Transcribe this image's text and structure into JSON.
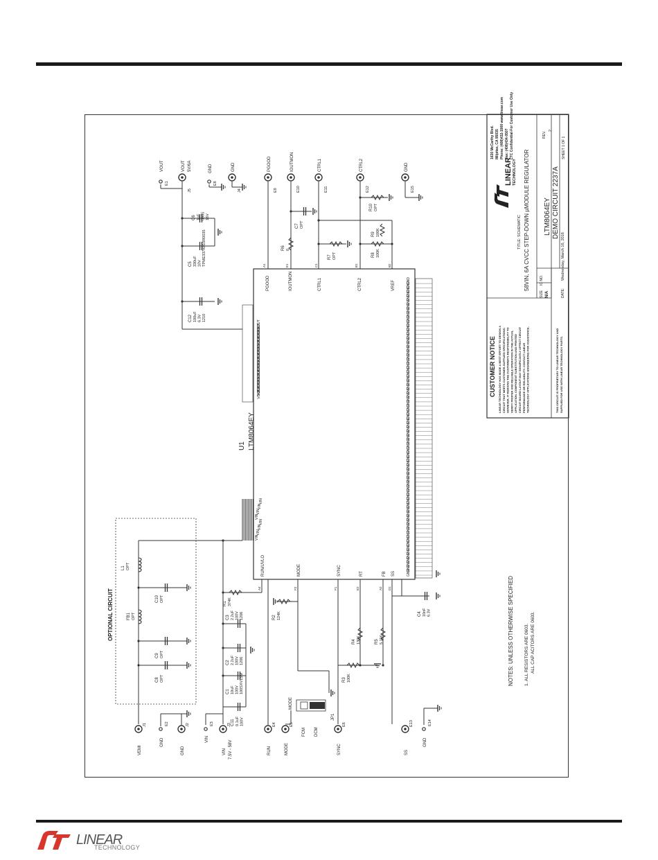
{
  "title_block": {
    "company": "LINEAR",
    "company_sub": "TECHNOLOGY",
    "address": [
      "1630 McCarthy Blvd.",
      "Milpitas, CA 95035",
      "Phone: (408)432-1900  www.linear.com",
      "Fax: (408)434-0507",
      "LTC Confidential-For Customer Use Only"
    ],
    "title_label": "TITLE:  SCHEMATIC",
    "title": "58VIN, 6A CVCC STEP-DOWN µMODULE REGULATOR",
    "size_label": "SIZE",
    "size": "N/A",
    "icno_label": "IC NO.",
    "ic_no": "LTM8064EY",
    "demo": "DEMO CIRCUIT 2237A",
    "rev_label": "REV.",
    "rev": "2",
    "date_label": "DATE:",
    "date": "Wednesday, March 16, 2016",
    "sheet": "SHEET  1  OF  1",
    "notice_title": "CUSTOMER NOTICE",
    "notice_lines": [
      "LINEAR TECHNOLOGY HAS MADE A BEST EFFORT TO DESIGN A",
      "CIRCUIT THAT MEETS CUSTOMER-SUPPLIED SPECIFICATIONS;",
      "HOWEVER, IT REMAINS THE CUSTOMER'S RESPONSIBILITY TO",
      "VERIFY PROPER AND RELIABLE OPERATION IN THE ACTUAL",
      "APPLICATION. COMPONENT SUBSTITUTION AND PRINTED",
      "CIRCUIT BOARD LAYOUT MAY SIGNIFICANTLY AFFECT CIRCUIT",
      "PERFORMANCE OR RELIABILITY. CONTACT LINEAR",
      "TECHNOLOGY APPLICATIONS ENGINEERING FOR ASSISTANCE."
    ],
    "prop_lines": [
      "THIS CIRCUIT IS PROPRIETARY TO LINEAR TECHNOLOGY AND",
      "SUPPLIED FOR USE WITH LINEAR TECHNOLOGY PARTS."
    ]
  },
  "notes": {
    "heading": "NOTES:  UNLESS OTHERWISE SPECIFIED",
    "lines": [
      "1.  ALL RESISTORS ARE 0603.",
      "ALL CAP ACITORS ARE 0603."
    ]
  },
  "optional_label": "OPTIONAL CIRCUIT",
  "u1": {
    "ref": "U1",
    "part": "LTM8064EY"
  },
  "u1_pins_left": [
    {
      "name": "RUN/UVLO",
      "pin": "A4"
    },
    {
      "name": "MODE",
      "pin": "F2"
    },
    {
      "name": "SYNC",
      "pin": "F1"
    },
    {
      "name": "RT",
      "pin": "E2"
    },
    {
      "name": "FB",
      "pin": "A2"
    },
    {
      "name": "SS",
      "pin": "D1"
    }
  ],
  "u1_pins_right": [
    {
      "name": "PGOOD",
      "pin": "A1"
    },
    {
      "name": "IOUTMON",
      "pin": "E1"
    },
    {
      "name": "CTRL1",
      "pin": "C1"
    },
    {
      "name": "CTRL2",
      "pin": "B1"
    },
    {
      "name": "VREF",
      "pin": "B2"
    }
  ],
  "vin_pin_label": "VIN",
  "vin_pin_count": 8,
  "vout_pin_label": "VOUT",
  "vout_pin_count": 22,
  "gnd_pin_label": "GND",
  "gnd_pin_count": 70,
  "connectors": [
    {
      "id": "vemi",
      "net": "VEMI",
      "ref": "J1"
    },
    {
      "id": "gnd-e2",
      "net": "GND",
      "ref": "E2"
    },
    {
      "id": "gnd-j2",
      "net": "GND",
      "ref": "J2"
    },
    {
      "id": "vin-e3",
      "net": "VIN",
      "ref": "E3"
    },
    {
      "id": "vin-j3",
      "net": "VIN",
      "ref": "J3",
      "sub": "7.5V - 58V"
    },
    {
      "id": "run",
      "net": "RUN",
      "ref": "E4"
    },
    {
      "id": "mode",
      "net": "MODE",
      "ref": "E5"
    },
    {
      "id": "sync",
      "net": "SYNC",
      "ref": "E6"
    },
    {
      "id": "ss",
      "net": "SS",
      "ref": "E13"
    },
    {
      "id": "gnd-e14",
      "net": "GND",
      "ref": "E14"
    },
    {
      "id": "vout-e1",
      "net": "VOUT",
      "ref": "E1"
    },
    {
      "id": "vout-j5",
      "net": "VOUT",
      "ref": "J5",
      "sub": "5V/6A"
    },
    {
      "id": "gnd-e8",
      "net": "GND",
      "ref": "E8"
    },
    {
      "id": "gnd-j4",
      "net": "GND",
      "ref": "J4"
    },
    {
      "id": "pgood",
      "net": "PGOOD",
      "ref": "E9"
    },
    {
      "id": "ioutmon",
      "net": "IOUTMON",
      "ref": "E10"
    },
    {
      "id": "ctrl1",
      "net": "CTRL1",
      "ref": "E11"
    },
    {
      "id": "ctrl2",
      "net": "CTRL2",
      "ref": "E12"
    },
    {
      "id": "gnd-e15",
      "net": "GND",
      "ref": "E15"
    }
  ],
  "components": [
    {
      "ref": "C8",
      "value": "OPT"
    },
    {
      "ref": "C9",
      "value": "OPT"
    },
    {
      "ref": "C10",
      "value": "OPT"
    },
    {
      "ref": "FB1",
      "value": "OPT"
    },
    {
      "ref": "L1",
      "value": "OPT"
    },
    {
      "ref": "C11",
      "value": "0.1uF",
      "v2": "100V"
    },
    {
      "ref": "C1",
      "value": "10uF",
      "v2": "100V",
      "v3": "100SXV15M"
    },
    {
      "ref": "C2",
      "value": "2.2uF",
      "v2": "100V",
      "v3": "1206"
    },
    {
      "ref": "C3",
      "value": "2.2uF",
      "v2": "100V",
      "v3": "1206"
    },
    {
      "ref": "R1",
      "value": "374K"
    },
    {
      "ref": "R2",
      "value": "124K"
    },
    {
      "ref": "R3",
      "value": "100K"
    },
    {
      "ref": "R4",
      "value": "130K"
    },
    {
      "ref": "R5",
      "value": "5.11K"
    },
    {
      "ref": "C4",
      "value": "10nF",
      "v2": "6.3V"
    },
    {
      "ref": "JP1",
      "value": ""
    },
    {
      "ref": "C12",
      "value": "100uF",
      "v2": "6.3V",
      "v3": "1210"
    },
    {
      "ref": "C5",
      "value": "330uF",
      "v2": "10V",
      "v3": "TPME337K010R0035"
    },
    {
      "ref": "C6",
      "value": "1uF",
      "v2": "0805",
      "v3": "16V"
    },
    {
      "ref": "R6",
      "value": "0"
    },
    {
      "ref": "C7",
      "value": "OPT"
    },
    {
      "ref": "R7",
      "value": "OPT"
    },
    {
      "ref": "R8",
      "value": "100K"
    },
    {
      "ref": "R9",
      "value": "100K"
    },
    {
      "ref": "R10",
      "value": "OPT"
    }
  ],
  "jp1": {
    "label": "MODE",
    "opt1": "FCM",
    "opt2": "DCM"
  }
}
